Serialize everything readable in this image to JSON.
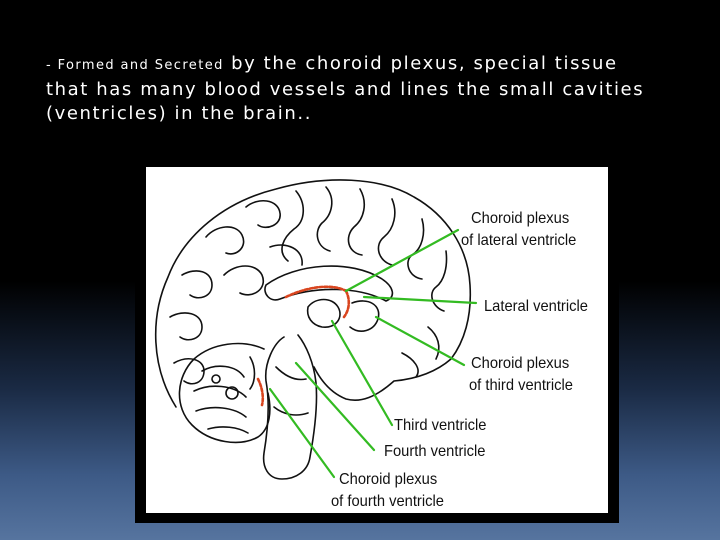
{
  "slide": {
    "text_small": "- Formed and Secreted",
    "text_main": " by the choroid plexus, special tissue that has many blood vessels and lines the small cavities (ventricles) in the brain.."
  },
  "diagram": {
    "labels": {
      "choroid_plexus_lateral_1": "Choroid plexus",
      "choroid_plexus_lateral_2": "of lateral ventricle",
      "lateral_ventricle": "Lateral ventricle",
      "choroid_plexus_third_1": "Choroid plexus",
      "choroid_plexus_third_2": "of third ventricle",
      "third_ventricle": "Third ventricle",
      "fourth_ventricle": "Fourth ventricle",
      "choroid_plexus_fourth_1": "Choroid plexus",
      "choroid_plexus_fourth_2": "of fourth ventricle"
    },
    "colors": {
      "pointer_lines": "#33bb22",
      "choroid_plexus": "#d9451f",
      "outline": "#111111"
    }
  }
}
